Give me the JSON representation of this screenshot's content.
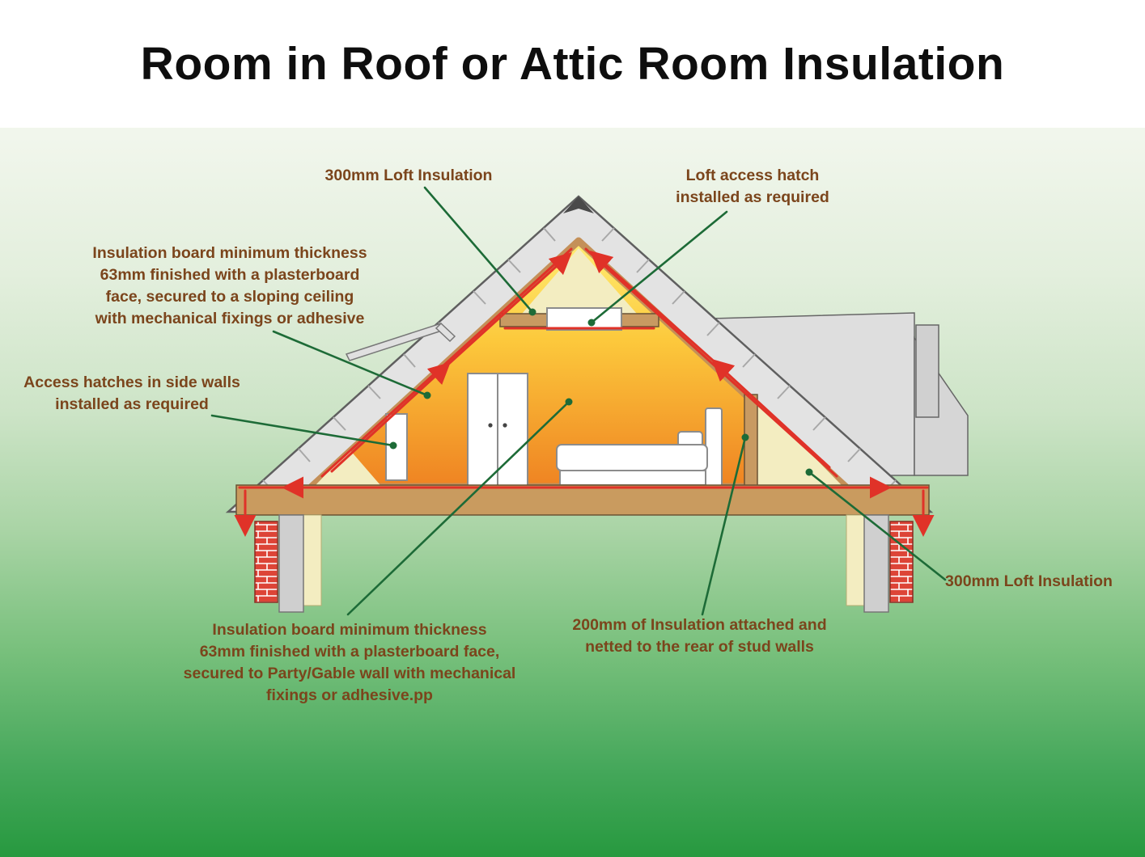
{
  "title": "Room in Roof or Attic Room Insulation",
  "colors": {
    "label_text": "#7b451c",
    "leader_line": "#1d6b37",
    "insulation_red": "#e03228",
    "room_gradient_top": "#ffee75",
    "room_gradient_bottom": "#ef8322",
    "insulation_cream": "#f3edc1",
    "timber": "#c89a62",
    "roof_grey": "#e3e3e3",
    "background_green": "#27993f"
  },
  "annotations": {
    "loft_insulation_top": "300mm Loft Insulation",
    "loft_access_hatch": "Loft access hatch\ninstalled as required",
    "sloping_ceiling_board": "Insulation board minimum thickness\n63mm finished with a plasterboard\nface, secured to a sloping ceiling\nwith mechanical fixings or adhesive",
    "side_wall_hatches": "Access hatches in side walls\ninstalled as required",
    "gable_wall_board": "Insulation board minimum thickness\n63mm finished with a plasterboard face,\nsecured to Party/Gable wall with mechanical\nfixings or adhesive.pp",
    "stud_wall_insulation": "200mm of Insulation attached and\nnetted to the rear of stud walls",
    "loft_insulation_right": "300mm Loft Insulation"
  }
}
